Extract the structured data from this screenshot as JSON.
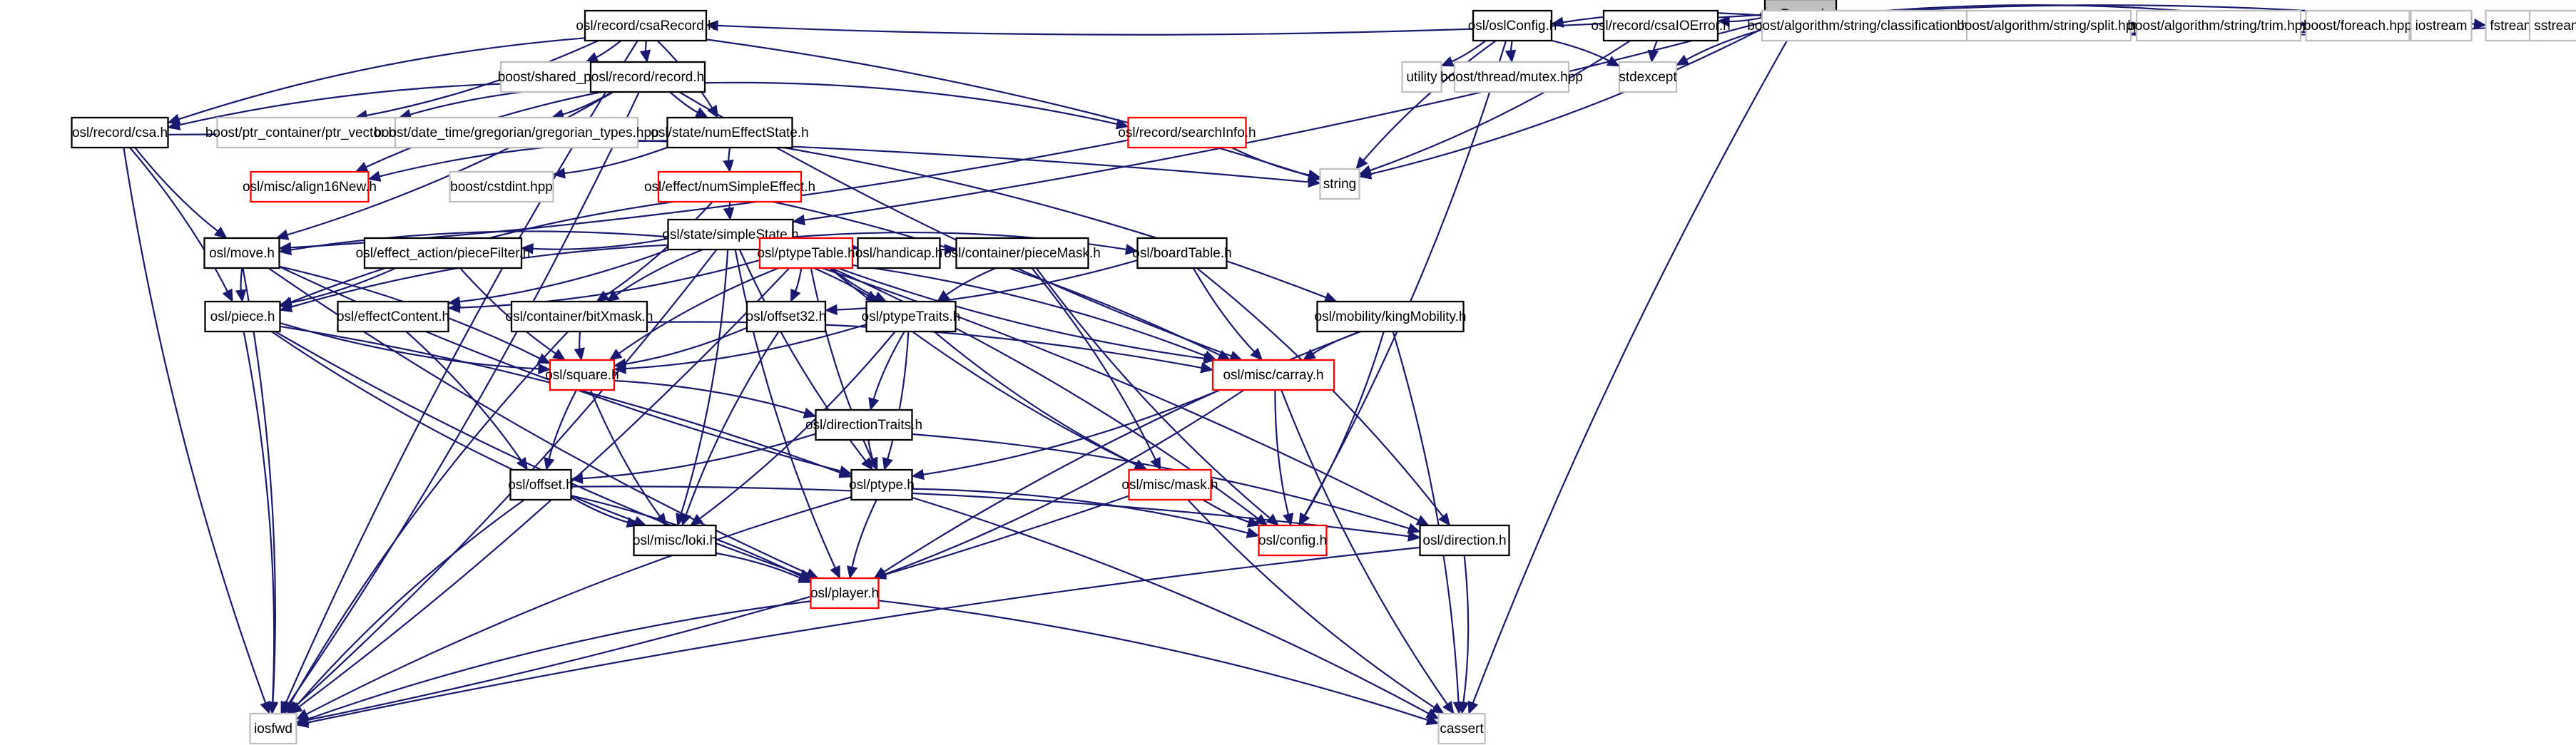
{
  "graph": {
    "title": "csaRecord.cc include dependency graph",
    "colors": {
      "edge": "#191970",
      "root_fill": "#bfbfbf",
      "internal_border": "#000000",
      "external_border": "#bfbfbf",
      "incomplete_border": "#ff0000",
      "background": "#ffffff"
    },
    "nodes": [
      {
        "id": "csaRecord_cc",
        "label": "csaRecord.cc",
        "kind": "root"
      },
      {
        "id": "csaRecord_h",
        "label": "osl/record/csaRecord.h",
        "kind": "internal"
      },
      {
        "id": "oslConfig_h",
        "label": "osl/oslConfig.h",
        "kind": "internal"
      },
      {
        "id": "csaIOError_h",
        "label": "osl/record/csaIOError.h",
        "kind": "internal"
      },
      {
        "id": "classification_hpp",
        "label": "boost/algorithm/string/classification.hpp",
        "kind": "external"
      },
      {
        "id": "split_hpp",
        "label": "boost/algorithm/string/split.hpp",
        "kind": "external"
      },
      {
        "id": "trim_hpp",
        "label": "boost/algorithm/string/trim.hpp",
        "kind": "external"
      },
      {
        "id": "foreach_hpp",
        "label": "boost/foreach.hpp",
        "kind": "external"
      },
      {
        "id": "iostream",
        "label": "iostream",
        "kind": "external"
      },
      {
        "id": "fstream",
        "label": "fstream",
        "kind": "external"
      },
      {
        "id": "sstream",
        "label": "sstream",
        "kind": "external"
      },
      {
        "id": "shared_ptr_hpp",
        "label": "boost/shared_ptr.hpp",
        "kind": "external"
      },
      {
        "id": "record_h",
        "label": "osl/record/record.h",
        "kind": "internal"
      },
      {
        "id": "utility",
        "label": "utility",
        "kind": "external"
      },
      {
        "id": "mutex_hpp",
        "label": "boost/thread/mutex.hpp",
        "kind": "external"
      },
      {
        "id": "stdexcept",
        "label": "stdexcept",
        "kind": "external"
      },
      {
        "id": "csa_h",
        "label": "osl/record/csa.h",
        "kind": "internal"
      },
      {
        "id": "ptr_vector_hpp",
        "label": "boost/ptr_container/ptr_vector.hpp",
        "kind": "external"
      },
      {
        "id": "gregorian_types_hpp",
        "label": "boost/date_time/gregorian/gregorian_types.hpp",
        "kind": "external"
      },
      {
        "id": "numEffectState_h",
        "label": "osl/state/numEffectState.h",
        "kind": "internal"
      },
      {
        "id": "searchInfo_h",
        "label": "osl/record/searchInfo.h",
        "kind": "incomplete"
      },
      {
        "id": "string",
        "label": "string",
        "kind": "external"
      },
      {
        "id": "align16New_h",
        "label": "osl/misc/align16New.h",
        "kind": "incomplete"
      },
      {
        "id": "cstdint_hpp",
        "label": "boost/cstdint.hpp",
        "kind": "external"
      },
      {
        "id": "numSimpleEffect_h",
        "label": "osl/effect/numSimpleEffect.h",
        "kind": "incomplete"
      },
      {
        "id": "simpleState_h",
        "label": "osl/state/simpleState.h",
        "kind": "internal"
      },
      {
        "id": "move_h",
        "label": "osl/move.h",
        "kind": "internal"
      },
      {
        "id": "pieceFilter_h",
        "label": "osl/effect_action/pieceFilter.h",
        "kind": "internal"
      },
      {
        "id": "ptypeTable_h",
        "label": "osl/ptypeTable.h",
        "kind": "incomplete"
      },
      {
        "id": "handicap_h",
        "label": "osl/handicap.h",
        "kind": "internal"
      },
      {
        "id": "pieceMask_h",
        "label": "osl/container/pieceMask.h",
        "kind": "internal"
      },
      {
        "id": "boardTable_h",
        "label": "osl/boardTable.h",
        "kind": "internal"
      },
      {
        "id": "piece_h",
        "label": "osl/piece.h",
        "kind": "internal"
      },
      {
        "id": "effectContent_h",
        "label": "osl/effectContent.h",
        "kind": "internal"
      },
      {
        "id": "bitXmask_h",
        "label": "osl/container/bitXmask.h",
        "kind": "internal"
      },
      {
        "id": "offset32_h",
        "label": "osl/offset32.h",
        "kind": "internal"
      },
      {
        "id": "ptypeTraits_h",
        "label": "osl/ptypeTraits.h",
        "kind": "internal"
      },
      {
        "id": "kingMobility_h",
        "label": "osl/mobility/kingMobility.h",
        "kind": "internal"
      },
      {
        "id": "square_h",
        "label": "osl/square.h",
        "kind": "incomplete"
      },
      {
        "id": "carray_h",
        "label": "osl/misc/carray.h",
        "kind": "incomplete"
      },
      {
        "id": "directionTraits_h",
        "label": "osl/directionTraits.h",
        "kind": "internal"
      },
      {
        "id": "offset_h",
        "label": "osl/offset.h",
        "kind": "internal"
      },
      {
        "id": "ptype_h",
        "label": "osl/ptype.h",
        "kind": "internal"
      },
      {
        "id": "mask_h",
        "label": "osl/misc/mask.h",
        "kind": "incomplete"
      },
      {
        "id": "config_h",
        "label": "osl/config.h",
        "kind": "incomplete"
      },
      {
        "id": "direction_h",
        "label": "osl/direction.h",
        "kind": "internal"
      },
      {
        "id": "loki_h",
        "label": "osl/misc/loki.h",
        "kind": "internal"
      },
      {
        "id": "player_h",
        "label": "osl/player.h",
        "kind": "incomplete"
      },
      {
        "id": "iosfwd",
        "label": "iosfwd",
        "kind": "external"
      },
      {
        "id": "cassert",
        "label": "cassert",
        "kind": "external"
      }
    ],
    "edges": [
      [
        "csaRecord_cc",
        "csaRecord_h"
      ],
      [
        "csaRecord_cc",
        "oslConfig_h"
      ],
      [
        "csaRecord_cc",
        "csaIOError_h"
      ],
      [
        "csaRecord_cc",
        "classification_hpp"
      ],
      [
        "csaRecord_cc",
        "split_hpp"
      ],
      [
        "csaRecord_cc",
        "trim_hpp"
      ],
      [
        "csaRecord_cc",
        "foreach_hpp"
      ],
      [
        "csaRecord_cc",
        "iostream"
      ],
      [
        "csaRecord_cc",
        "fstream"
      ],
      [
        "csaRecord_cc",
        "sstream"
      ],
      [
        "csaRecord_cc",
        "string"
      ],
      [
        "csaRecord_cc",
        "stdexcept"
      ],
      [
        "csaRecord_cc",
        "simpleState_h"
      ],
      [
        "csaRecord_cc",
        "cassert"
      ],
      [
        "csaRecord_h",
        "shared_ptr_hpp"
      ],
      [
        "csaRecord_h",
        "record_h"
      ],
      [
        "csaRecord_h",
        "numEffectState_h"
      ],
      [
        "csaRecord_h",
        "csa_h"
      ],
      [
        "csaRecord_h",
        "ptr_vector_hpp"
      ],
      [
        "csaRecord_h",
        "iosfwd"
      ],
      [
        "csaRecord_h",
        "string"
      ],
      [
        "record_h",
        "ptr_vector_hpp"
      ],
      [
        "record_h",
        "gregorian_types_hpp"
      ],
      [
        "record_h",
        "numEffectState_h"
      ],
      [
        "record_h",
        "searchInfo_h"
      ],
      [
        "record_h",
        "csa_h"
      ],
      [
        "record_h",
        "iosfwd"
      ],
      [
        "record_h",
        "align16New_h"
      ],
      [
        "record_h",
        "move_h"
      ],
      [
        "record_h",
        "carray_h"
      ],
      [
        "oslConfig_h",
        "utility"
      ],
      [
        "oslConfig_h",
        "mutex_hpp"
      ],
      [
        "oslConfig_h",
        "stdexcept"
      ],
      [
        "oslConfig_h",
        "string"
      ],
      [
        "oslConfig_h",
        "config_h"
      ],
      [
        "csaIOError_h",
        "stdexcept"
      ],
      [
        "csaIOError_h",
        "string"
      ],
      [
        "csa_h",
        "move_h"
      ],
      [
        "csa_h",
        "piece_h"
      ],
      [
        "csa_h",
        "iosfwd"
      ],
      [
        "csa_h",
        "string"
      ],
      [
        "numEffectState_h",
        "align16New_h"
      ],
      [
        "numEffectState_h",
        "cstdint_hpp"
      ],
      [
        "numEffectState_h",
        "numSimpleEffect_h"
      ],
      [
        "numEffectState_h",
        "kingMobility_h"
      ],
      [
        "searchInfo_h",
        "string"
      ],
      [
        "searchInfo_h",
        "move_h"
      ],
      [
        "numSimpleEffect_h",
        "simpleState_h"
      ],
      [
        "numSimpleEffect_h",
        "bitXmask_h"
      ],
      [
        "numSimpleEffect_h",
        "piece_h"
      ],
      [
        "numSimpleEffect_h",
        "carray_h"
      ],
      [
        "simpleState_h",
        "move_h"
      ],
      [
        "simpleState_h",
        "pieceFilter_h"
      ],
      [
        "simpleState_h",
        "ptypeTable_h"
      ],
      [
        "simpleState_h",
        "handicap_h"
      ],
      [
        "simpleState_h",
        "pieceMask_h"
      ],
      [
        "simpleState_h",
        "boardTable_h"
      ],
      [
        "simpleState_h",
        "piece_h"
      ],
      [
        "simpleState_h",
        "effectContent_h"
      ],
      [
        "simpleState_h",
        "bitXmask_h"
      ],
      [
        "simpleState_h",
        "ptypeTraits_h"
      ],
      [
        "simpleState_h",
        "carray_h"
      ],
      [
        "simpleState_h",
        "iosfwd"
      ],
      [
        "simpleState_h",
        "ptype_h"
      ],
      [
        "simpleState_h",
        "loki_h"
      ],
      [
        "simpleState_h",
        "player_h"
      ],
      [
        "simpleState_h",
        "direction_h"
      ],
      [
        "move_h",
        "piece_h"
      ],
      [
        "move_h",
        "square_h"
      ],
      [
        "move_h",
        "ptype_h"
      ],
      [
        "move_h",
        "iosfwd"
      ],
      [
        "move_h",
        "player_h"
      ],
      [
        "pieceFilter_h",
        "piece_h"
      ],
      [
        "pieceFilter_h",
        "square_h"
      ],
      [
        "ptypeTable_h",
        "offset32_h"
      ],
      [
        "ptypeTable_h",
        "ptypeTraits_h"
      ],
      [
        "ptypeTable_h",
        "effectContent_h"
      ],
      [
        "ptypeTable_h",
        "square_h"
      ],
      [
        "ptypeTable_h",
        "carray_h"
      ],
      [
        "ptypeTable_h",
        "mask_h"
      ],
      [
        "ptypeTable_h",
        "config_h"
      ],
      [
        "ptypeTable_h",
        "ptype_h"
      ],
      [
        "ptypeTable_h",
        "iosfwd"
      ],
      [
        "pieceMask_h",
        "ptypeTraits_h"
      ],
      [
        "pieceMask_h",
        "mask_h"
      ],
      [
        "pieceMask_h",
        "config_h"
      ],
      [
        "boardTable_h",
        "offset32_h"
      ],
      [
        "boardTable_h",
        "carray_h"
      ],
      [
        "boardTable_h",
        "direction_h"
      ],
      [
        "piece_h",
        "square_h"
      ],
      [
        "piece_h",
        "ptype_h"
      ],
      [
        "piece_h",
        "player_h"
      ],
      [
        "piece_h",
        "iosfwd"
      ],
      [
        "piece_h",
        "loki_h"
      ],
      [
        "effectContent_h",
        "offset_h"
      ],
      [
        "bitXmask_h",
        "square_h"
      ],
      [
        "bitXmask_h",
        "carray_h"
      ],
      [
        "bitXmask_h",
        "iosfwd"
      ],
      [
        "offset32_h",
        "square_h"
      ],
      [
        "offset32_h",
        "loki_h"
      ],
      [
        "ptypeTraits_h",
        "square_h"
      ],
      [
        "ptypeTraits_h",
        "directionTraits_h"
      ],
      [
        "ptypeTraits_h",
        "ptype_h"
      ],
      [
        "ptypeTraits_h",
        "mask_h"
      ],
      [
        "ptypeTraits_h",
        "loki_h"
      ],
      [
        "kingMobility_h",
        "carray_h"
      ],
      [
        "kingMobility_h",
        "config_h"
      ],
      [
        "kingMobility_h",
        "player_h"
      ],
      [
        "kingMobility_h",
        "cassert"
      ],
      [
        "square_h",
        "offset_h"
      ],
      [
        "square_h",
        "directionTraits_h"
      ],
      [
        "square_h",
        "loki_h"
      ],
      [
        "carray_h",
        "ptype_h"
      ],
      [
        "carray_h",
        "config_h"
      ],
      [
        "carray_h",
        "player_h"
      ],
      [
        "carray_h",
        "cassert"
      ],
      [
        "directionTraits_h",
        "offset_h"
      ],
      [
        "directionTraits_h",
        "ptype_h"
      ],
      [
        "directionTraits_h",
        "direction_h"
      ],
      [
        "offset_h",
        "loki_h"
      ],
      [
        "offset_h",
        "player_h"
      ],
      [
        "offset_h",
        "iosfwd"
      ],
      [
        "offset_h",
        "direction_h"
      ],
      [
        "ptype_h",
        "player_h"
      ],
      [
        "ptype_h",
        "config_h"
      ],
      [
        "ptype_h",
        "iosfwd"
      ],
      [
        "ptype_h",
        "cassert"
      ],
      [
        "mask_h",
        "config_h"
      ],
      [
        "mask_h",
        "iosfwd"
      ],
      [
        "mask_h",
        "cassert"
      ],
      [
        "direction_h",
        "cassert"
      ],
      [
        "direction_h",
        "iosfwd"
      ],
      [
        "loki_h",
        "player_h"
      ],
      [
        "player_h",
        "iosfwd"
      ],
      [
        "player_h",
        "cassert"
      ]
    ]
  }
}
